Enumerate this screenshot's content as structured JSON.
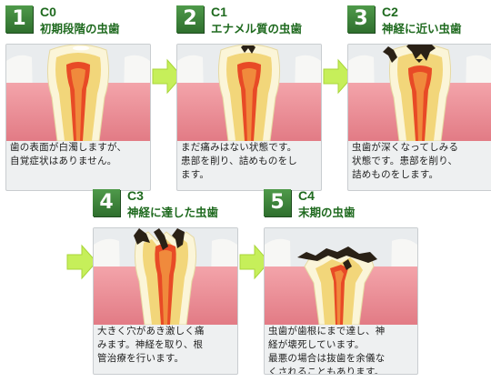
{
  "stages": [
    {
      "number": "1",
      "code": "C0",
      "name": "初期段階の虫歯",
      "desc_lines": [
        "歯の表面が白濁しますが、",
        "自覚症状はありません。"
      ]
    },
    {
      "number": "2",
      "code": "C1",
      "name": "エナメル質の虫歯",
      "desc_lines": [
        "まだ痛みはない状態です。",
        "患部を削り、詰めものをし",
        "ます。"
      ]
    },
    {
      "number": "3",
      "code": "C2",
      "name": "神経に近い虫歯",
      "desc_lines": [
        "虫歯が深くなってしみる",
        "状態です。患部を削り、",
        "詰めものをします。"
      ]
    },
    {
      "number": "4",
      "code": "C3",
      "name": "神経に達した虫歯",
      "desc_lines": [
        "大きく穴があき激しく痛",
        "みます。神経を取り、根",
        "管治療を行います。"
      ]
    },
    {
      "number": "5",
      "code": "C4",
      "name": "末期の虫歯",
      "desc_lines": [
        "虫歯が歯根にまで達し、神",
        "経が壊死しています。",
        "最悪の場合は抜歯を余儀な",
        "くされることもあります。"
      ]
    }
  ],
  "colors": {
    "badge": "#3d8a3a",
    "title": "#1f6a1f",
    "arrow": "#c6ef5a",
    "gum": "#ea8790",
    "enamel": "#fbf5d8",
    "dentin": "#f2d67a",
    "pulp": "#e84a26",
    "decay": "#2a2116"
  }
}
